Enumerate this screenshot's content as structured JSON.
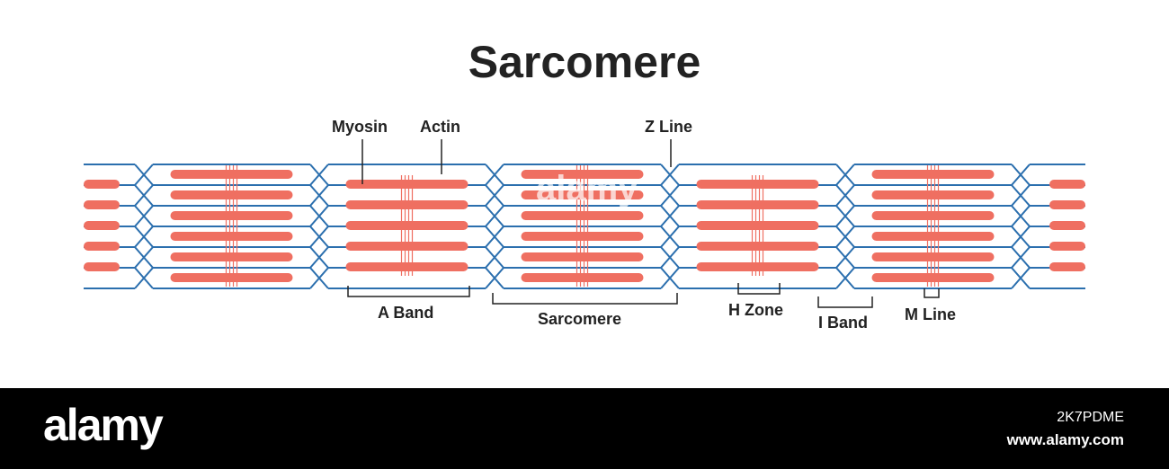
{
  "title": "Sarcomere",
  "labels": {
    "myosin": "Myosin",
    "actin": "Actin",
    "z_line": "Z Line",
    "a_band": "A Band",
    "sarcomere": "Sarcomere",
    "h_zone": "H Zone",
    "i_band": "I Band",
    "m_line": "M Line"
  },
  "colors": {
    "myosin": "#ef6f61",
    "actin": "#2b6fae",
    "text": "#222222",
    "footer_bg": "#000000"
  },
  "watermark": "alamy",
  "footer": {
    "logo": "alamy",
    "image_id": "2K7PDME",
    "url": "www.alamy.com"
  }
}
